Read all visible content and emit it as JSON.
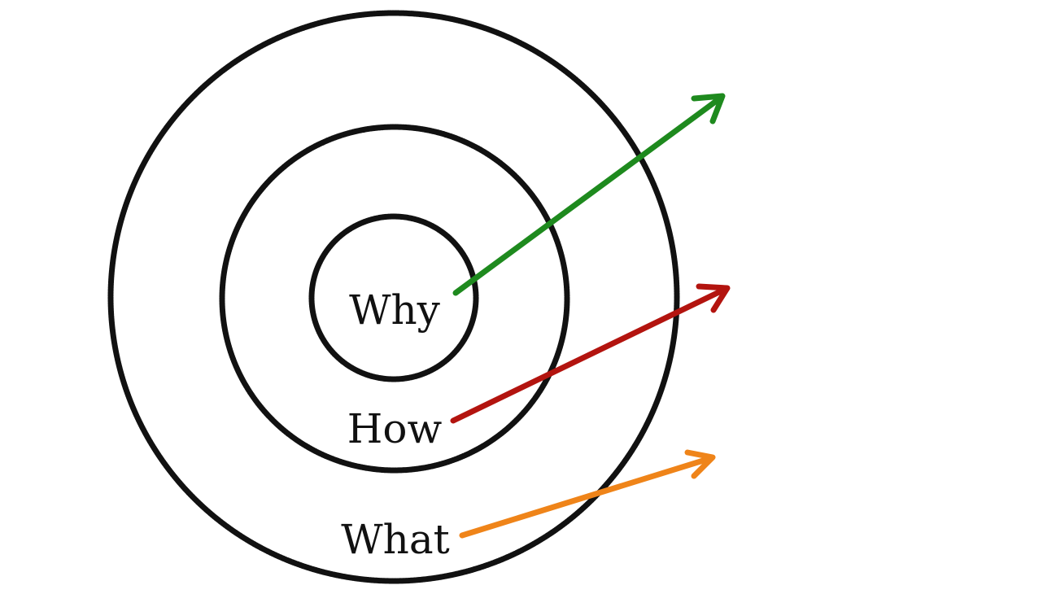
{
  "labels": {
    "why": "Why",
    "how": "How",
    "what": "What"
  },
  "colors": {
    "rings": "#111111",
    "why_arrow": "#1e8a1e",
    "how_arrow": "#b3140f",
    "what_arrow": "#ef8419",
    "background": "#ffffff"
  }
}
